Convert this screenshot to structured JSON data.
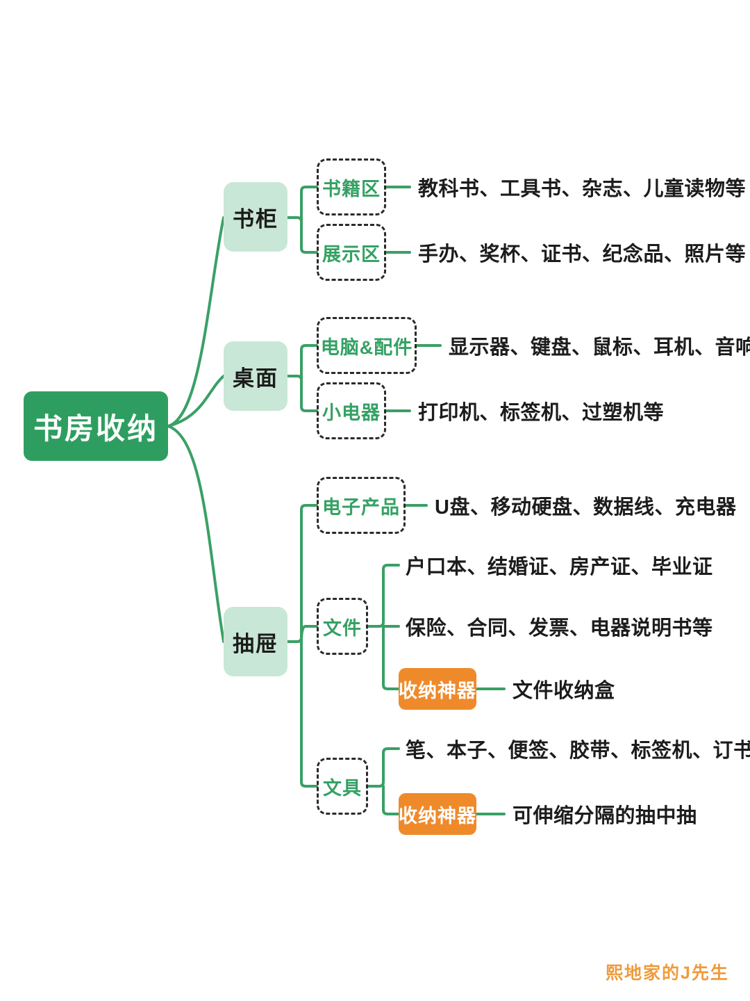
{
  "title": "书房收纳",
  "colors": {
    "root_bg": "#2e9e60",
    "branch_bg": "#c9e7d6",
    "accent_green": "#34a163",
    "edge_green": "#3aa066",
    "dashed_border": "#2b2b2b",
    "orange": "#ef8a2b",
    "text_dark": "#1c1c1c",
    "background": "#ffffff",
    "watermark": "#ef9b3c"
  },
  "root": {
    "label": "书房收纳"
  },
  "branches": [
    {
      "label": "书柜",
      "children": [
        {
          "label": "书籍区",
          "style": "dashed",
          "leaves": [
            "教科书、工具书、杂志、儿童读物等"
          ]
        },
        {
          "label": "展示区",
          "style": "dashed",
          "leaves": [
            "手办、奖杯、证书、纪念品、照片等"
          ]
        }
      ]
    },
    {
      "label": "桌面",
      "children": [
        {
          "label": "电脑&配件",
          "style": "dashed",
          "leaves": [
            "显示器、键盘、鼠标、耳机、音响"
          ]
        },
        {
          "label": "小电器",
          "style": "dashed",
          "leaves": [
            "打印机、标签机、过塑机等"
          ]
        }
      ]
    },
    {
      "label": "抽屉",
      "children": [
        {
          "label": "电子产品",
          "style": "dashed",
          "leaves": [
            "U盘、移动硬盘、数据线、充电器"
          ]
        },
        {
          "label": "文件",
          "style": "dashed",
          "leaves": [
            "户口本、结婚证、房产证、毕业证",
            "保险、合同、发票、电器说明书等"
          ],
          "highlight": {
            "label": "收纳神器",
            "style": "orange",
            "leaf": "文件收纳盒"
          }
        },
        {
          "label": "文具",
          "style": "dashed",
          "leaves": [
            "笔、本子、便签、胶带、标签机、订书器等"
          ],
          "highlight": {
            "label": "收纳神器",
            "style": "orange",
            "leaf": "可伸缩分隔的抽中抽"
          }
        }
      ]
    }
  ],
  "nodes": {
    "root": "书房收纳",
    "b0": "书柜",
    "b1": "桌面",
    "b2": "抽屉",
    "c00": "书籍区",
    "c01": "展示区",
    "c10": "电脑&配件",
    "c11": "小电器",
    "c20": "电子产品",
    "c21": "文件",
    "c22": "文具",
    "l00": "教科书、工具书、杂志、儿童读物等",
    "l01": "手办、奖杯、证书、纪念品、照片等",
    "l10": "显示器、键盘、鼠标、耳机、音响",
    "l11": "打印机、标签机、过塑机等",
    "l20": "U盘、移动硬盘、数据线、充电器",
    "l210": "户口本、结婚证、房产证、毕业证",
    "l211": "保险、合同、发票、电器说明书等",
    "o21": "收纳神器",
    "l212": "文件收纳盒",
    "l220": "笔、本子、便签、胶带、标签机、订书器等",
    "o22": "收纳神器",
    "l221": "可伸缩分隔的抽中抽"
  },
  "watermark": "熙地家的J先生"
}
